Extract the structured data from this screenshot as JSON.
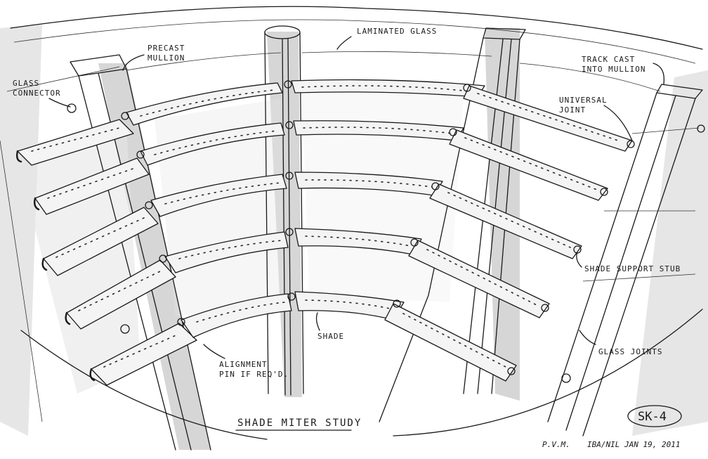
{
  "sheet_id": "SK-4",
  "title": "SHADE MITER STUDY",
  "initials": "P.V.M.",
  "credit": "IBA/NIL  JAN 19, 2011",
  "callouts": {
    "precast_mullion_1": "PRECAST",
    "precast_mullion_2": "MULLION",
    "laminated_glass": "LAMINATED GLASS",
    "glass_connector_1": "GLASS",
    "glass_connector_2": "CONNECTOR",
    "track_cast_1": "TRACK CAST",
    "track_cast_2": "INTO MULLION",
    "universal_joint_1": "UNIVERSAL",
    "universal_joint_2": "JOINT",
    "shade_support_stub": "SHADE SUPPORT STUB",
    "glass_joints": "GLASS JOINTS",
    "shade": "SHADE",
    "alignment_pin_1": "ALIGNMENT",
    "alignment_pin_2": "PIN IF REQ'D."
  },
  "colors": {
    "ink": "#1a1a1a",
    "marker_tone": "#e6e6e6",
    "paper": "#ffffff"
  }
}
